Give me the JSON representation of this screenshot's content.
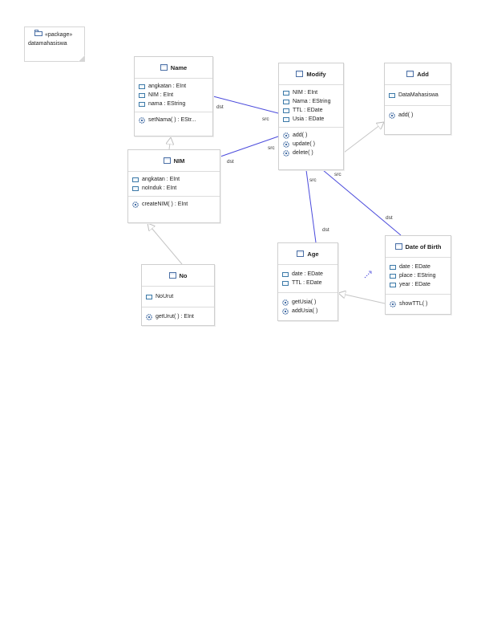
{
  "package": {
    "stereotype": "«package»",
    "name": "datamahasiswa"
  },
  "classes": {
    "name": {
      "title": "Name",
      "attributes": [
        "angkatan : EInt",
        "NIM : EInt",
        "nama : EString"
      ],
      "operations": [
        "setNama( ) : EStr..."
      ]
    },
    "nim": {
      "title": "NIM",
      "attributes": [
        "angkatan : EInt",
        "noInduk : EInt"
      ],
      "operations": [
        "createNIM( ) : EInt"
      ]
    },
    "no": {
      "title": "No",
      "attributes": [
        "NoUrut"
      ],
      "operations": [
        "getUrut( ) : EInt"
      ]
    },
    "modify": {
      "title": "Modify",
      "attributes": [
        "NIM : EInt",
        "Nama : EString",
        "TTL : EDate",
        "Usia : EDate"
      ],
      "operations": [
        "add( )",
        "update( )",
        "delete( )"
      ]
    },
    "add": {
      "title": "Add",
      "attributes": [
        "DataMahasiswa"
      ],
      "operations": [
        "add( )"
      ]
    },
    "age": {
      "title": "Age",
      "attributes": [
        "date : EDate",
        "TTL : EDate"
      ],
      "operations": [
        "getUsia( )",
        "addUsia( )"
      ]
    },
    "dob": {
      "title": "Date of Birth",
      "attributes": [
        "date : EDate",
        "place : EString",
        "year : EDate"
      ],
      "operations": [
        "showTTL( )"
      ]
    }
  },
  "link_labels": {
    "name_modify_dst": "dst",
    "name_modify_src": "src",
    "nim_modify_dst": "dst",
    "nim_modify_src": "src",
    "modify_age_src": "src",
    "modify_age_dst": "dst",
    "modify_dob_src": "src",
    "modify_dob_dst": "dst"
  },
  "colors": {
    "association": "#4b4bdc",
    "generalization": "#c6c6c6",
    "border": "#cfcfcf",
    "icon": "#4a6fa5"
  }
}
